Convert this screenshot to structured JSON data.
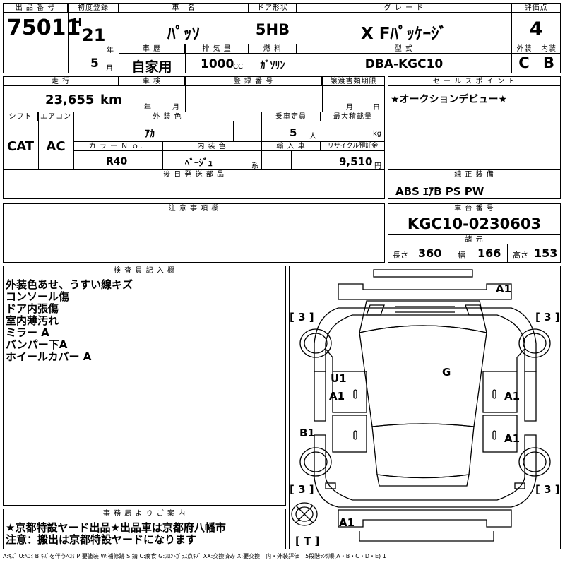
{
  "labels": {
    "lot_no": "出 品 番 号",
    "first_reg": "初度登録",
    "car_name": "車　名",
    "door": "ドア形状",
    "grade": "グ レ ー ド",
    "score": "評価点",
    "history": "車 歴",
    "displacement": "排 気 量",
    "fuel": "燃 料",
    "model_code": "型 式",
    "exterior": "外装",
    "interior": "内装",
    "mileage": "走 行",
    "inspection": "車 検",
    "reg_no": "登 録 番 号",
    "transfer_deadline": "譲渡書類期限",
    "sales_point": "セ ー ル ス ポ イ ン ト",
    "shift": "シフト",
    "ac": "エアコン",
    "ext_color": "外 装 色",
    "capacity": "乗車定員",
    "max_load": "最大積載量",
    "color_no": "カ ラ ー Ｎ ｏ．",
    "int_color": "内 装 色",
    "import": "輸 入 車",
    "recycle": "リサイクル預託金",
    "later_parts": "後 日 発 送 部 品",
    "equipment": "純 正 装 備",
    "caution": "注 意 事 項 欄",
    "chassis_no": "車 台 番 号",
    "dimensions": "諸 元",
    "inspector_notes": "検 査 員 記 入 欄",
    "office_notes": "事 務 局 よ り ご 案 内"
  },
  "units": {
    "year": "年",
    "month": "月",
    "cc": "CC",
    "people": "人",
    "kg": "kg",
    "yen": "円",
    "series": "系",
    "length": "長さ",
    "width": "幅",
    "height": "高さ"
  },
  "values": {
    "lot_no": "75011",
    "era": "H",
    "reg_year": "21",
    "reg_month": "5",
    "car_name": "ﾊﾟｯｿ",
    "door": "5HB",
    "grade": "X Fﾊﾟｯｹｰｼﾞ",
    "score": "4",
    "history": "自家用",
    "displacement": "1000",
    "fuel": "ｶﾞｿﾘﾝ",
    "model_code": "DBA-KGC10",
    "exterior": "C",
    "interior": "B",
    "mileage": "23,655",
    "mileage_unit": "km",
    "sales_point": "★オークションデビュー★",
    "shift": "CAT",
    "ac": "AC",
    "ext_color": "ｱｶ",
    "capacity": "5",
    "color_no": "R40",
    "int_color": "ﾍﾞｰｼﾞｭ",
    "recycle": "9,510",
    "equipment": "ABS ｴｱB PS PW",
    "chassis_no": "KGC10-0230603",
    "length": "360",
    "width": "166",
    "height": "153"
  },
  "inspector_notes": [
    "外装色あせ、うすい線キズ",
    "コンソール傷",
    "ドア内張傷",
    "室内薄汚れ",
    "ミラー A",
    "バンパー下A",
    "ホイールカバー A"
  ],
  "office_notes": [
    "★京都特設ヤード出品★出品車は京都府八幡市",
    "注意：搬出は京都特設ヤードになります"
  ],
  "diagram_marks": {
    "front_bumper": "A1",
    "tire_fl": "[ 3 ]",
    "tire_fr": "[ 3 ]",
    "tire_rl": "[ 3 ]",
    "tire_rr": "[ 3 ]",
    "spare": "[ T ]",
    "windshield": "G",
    "left_u": "U1",
    "left_front": "A1",
    "right_front": "A1",
    "right_rear": "A1",
    "left_rear": "B1",
    "rear_bumper": "A1"
  },
  "legend": "A:ｷｽﾞ U:ﾍｺﾐ B:ｷｽﾞを伴うﾍｺﾐ P:要塗装 W:補修跡 S:錆 C:腐食 G:ﾌﾛﾝﾄｶﾞﾗｽ点ｷｽﾞ XX:交換済み X:要交換　内・外装評価　5段階ﾗﾝｸ順(A・B・C・D・E) 1"
}
